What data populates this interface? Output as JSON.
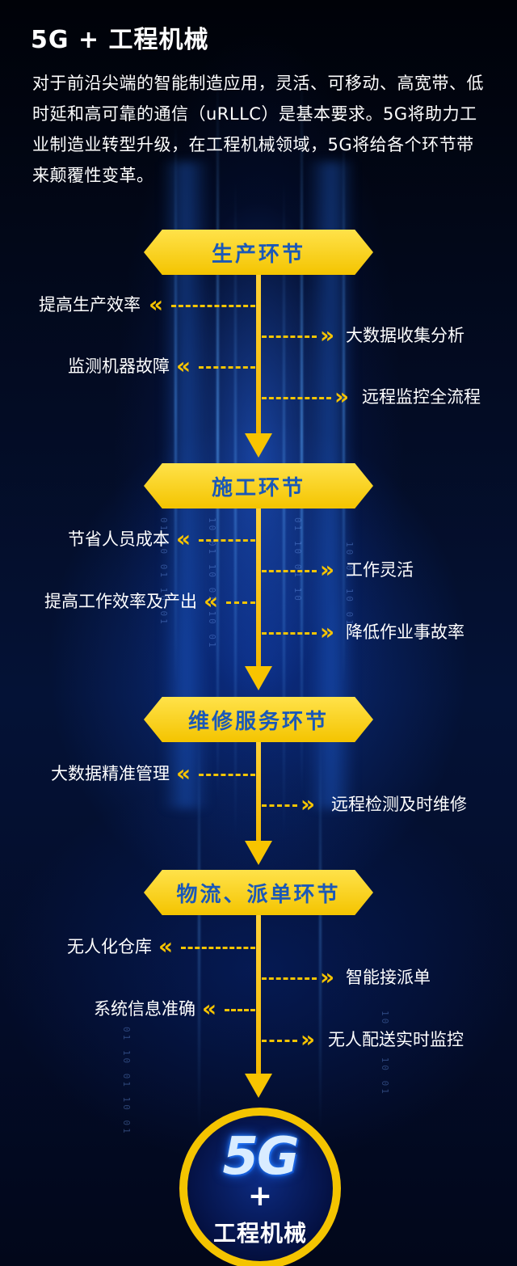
{
  "title": "5G + 工程机械",
  "intro": "对于前沿尖端的智能制造应用，灵活、可移动、高宽带、低时延和高可靠的通信（uRLLC）是基本要求。5G将助力工业制造业转型升级，在工程机械领域，5G将给各个环节带来颠覆性变革。",
  "stages": [
    {
      "name": "生产环节",
      "left": [
        "提高生产效率",
        "监测机器故障"
      ],
      "right": [
        "大数据收集分析",
        "远程监控全流程"
      ]
    },
    {
      "name": "施工环节",
      "left": [
        "节省人员成本",
        "提高工作效率及产出"
      ],
      "right": [
        "工作灵活",
        "降低作业事故率"
      ]
    },
    {
      "name": "维修服务环节",
      "left": [
        "大数据精准管理"
      ],
      "right": [
        "远程检测及时维修"
      ]
    },
    {
      "name": "物流、派单环节",
      "left": [
        "无人化仓库",
        "系统信息准确"
      ],
      "right": [
        "智能接派单",
        "无人配送实时监控"
      ]
    }
  ],
  "final": {
    "logo": "5G",
    "plus": "+",
    "label": "工程机械"
  },
  "colors": {
    "accent": "#f4c400",
    "stage_text": "#1a58b8",
    "background": "#030c28"
  },
  "icons": {
    "left_arrow": "«",
    "right_arrow": "»"
  }
}
